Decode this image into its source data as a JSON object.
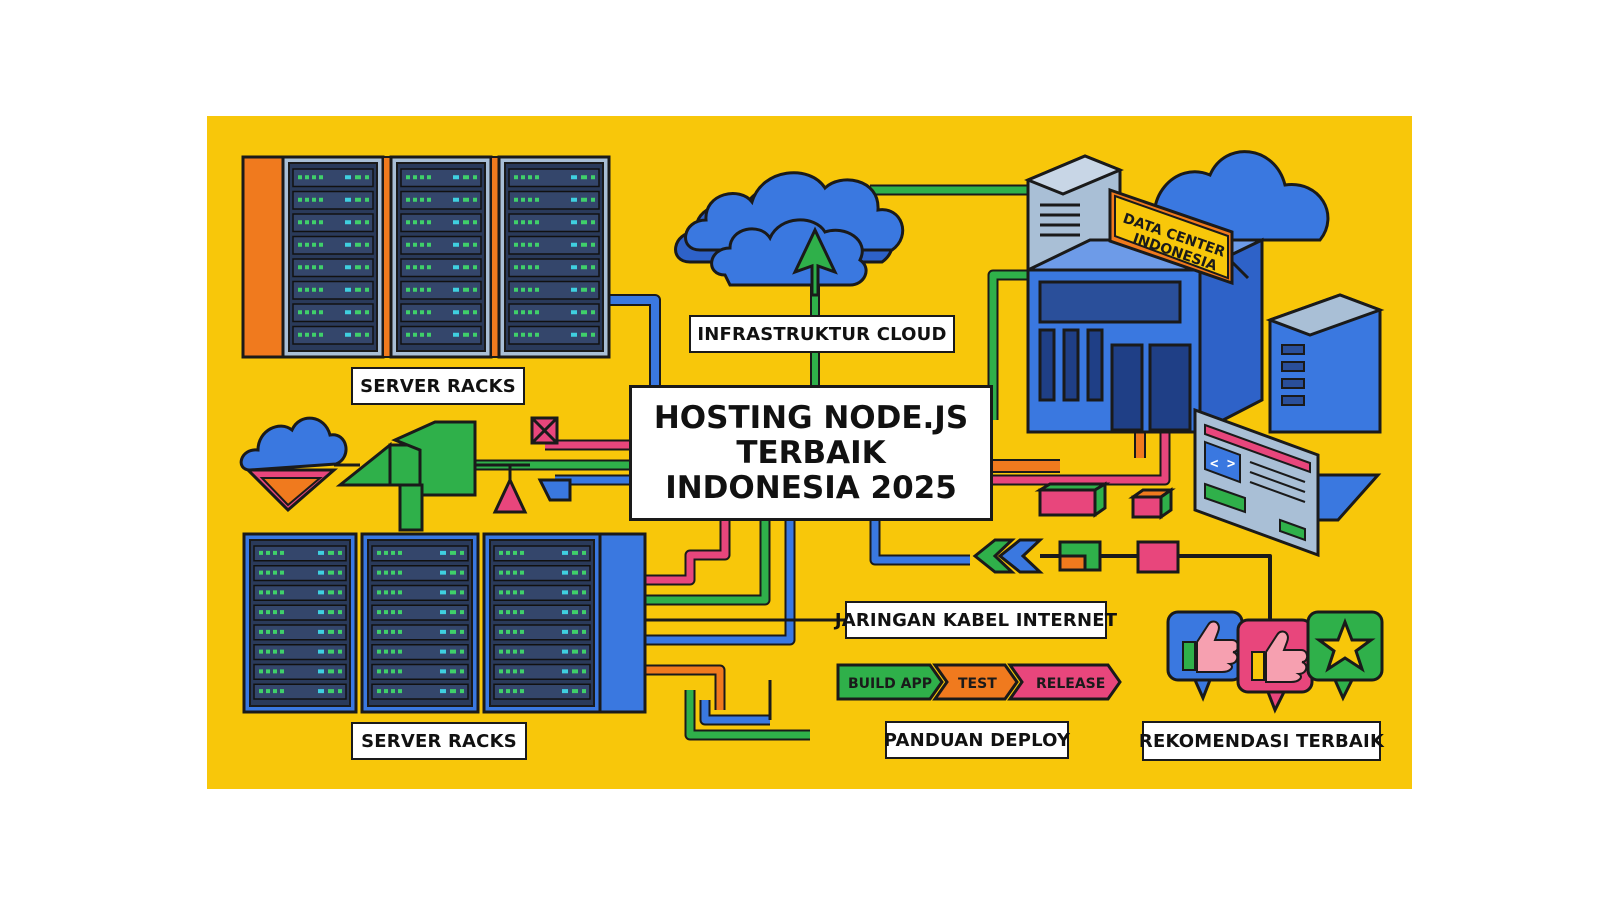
{
  "title_lines": [
    "HOSTING NODE.JS",
    "TERBAIK",
    "INDONESIA 2025"
  ],
  "labels": {
    "server_racks_top": "SERVER RACKS",
    "server_racks_bottom": "SERVER RACKS",
    "cloud": "INFRASTRUKTUR CLOUD",
    "network": "JARINGAN KABEL INTERNET",
    "deploy": "PANDUAN DEPLOY",
    "recommend": "REKOMENDASI TERBAIK"
  },
  "data_center_sign": [
    "DATA CENTER",
    "INDONESIA"
  ],
  "deploy_steps": [
    "BUILD APP",
    "TEST",
    "RELEASE"
  ],
  "icons": [
    "server-rack-icon",
    "cloud-icon",
    "data-center-building-icon",
    "browser-window-icon",
    "thumbs-up-icon",
    "star-icon",
    "arrow-up-icon"
  ],
  "colors": {
    "background": "#f8c70a",
    "blue": "#3a78e0",
    "green": "#2fb04a",
    "orange": "#f07a1e",
    "pink": "#e8467c",
    "outline": "#1a1a1a"
  }
}
